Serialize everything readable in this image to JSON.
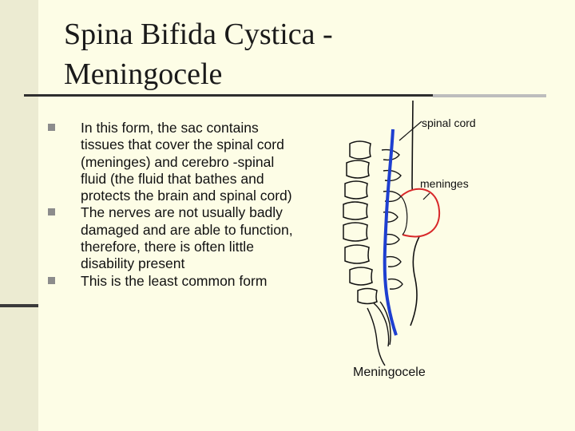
{
  "slide": {
    "title_line1": "Spina Bifida Cystica -",
    "title_line2": "Meningocele",
    "bullets": [
      "In this form, the sac contains tissues that cover the spinal cord (meninges) and cerebro -spinal fluid (the fluid that bathes and protects the brain and spinal cord)",
      "The nerves are not usually badly damaged and are able to function, therefore, there is often little disability present",
      "This is the least common form"
    ]
  },
  "figure": {
    "labels": {
      "spinal_cord": "spinal cord",
      "meninges": "meninges",
      "caption": "Meningocele"
    },
    "colors": {
      "spinal_cord": "#1e3fd0",
      "sac_outline": "#d8282a",
      "bone": "#111111"
    }
  }
}
